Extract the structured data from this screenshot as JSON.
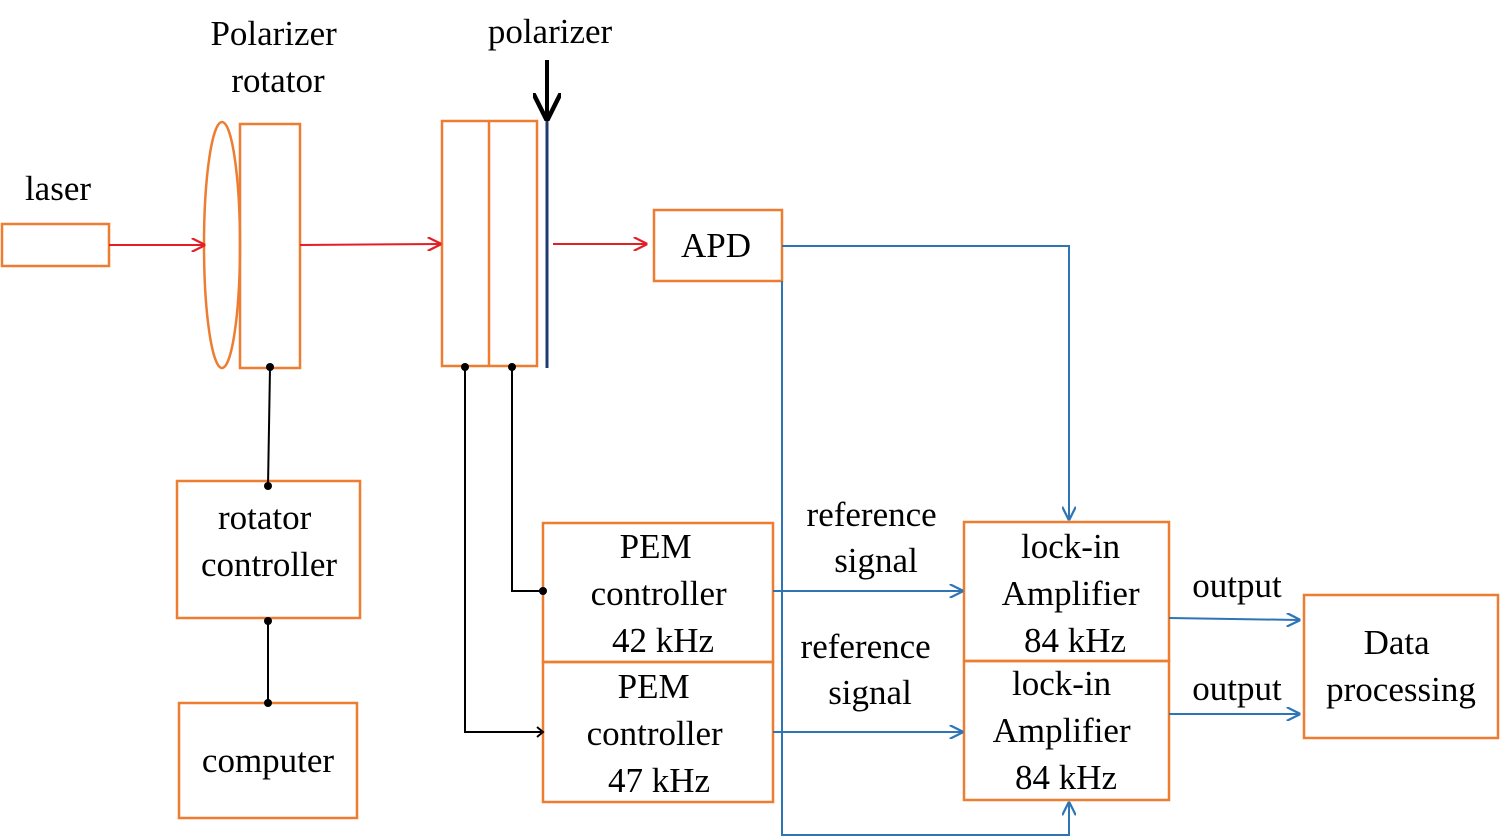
{
  "colors": {
    "box_stroke": "#ED7D31",
    "optical_beam": "#E41E26",
    "signal_line": "#2E75B6",
    "control_wire": "#000000",
    "polarizer_plate": "#1F3A70"
  },
  "labels": {
    "laser": "laser",
    "polarizer_rotator": [
      "Polarizer",
      "rotator"
    ],
    "polarizer": "polarizer",
    "apd": "APD",
    "rotator_controller": [
      "rotator",
      "controller"
    ],
    "computer": "computer",
    "pem_controller_1": [
      "PEM",
      "controller",
      "42 kHz"
    ],
    "pem_controller_2": [
      "PEM",
      "controller",
      "47 kHz"
    ],
    "reference_signal_1": [
      "reference",
      "signal"
    ],
    "reference_signal_2": [
      "reference",
      "signal"
    ],
    "lockin_1": [
      "lock-in",
      "Amplifier",
      "84 kHz"
    ],
    "lockin_2": [
      "lock-in",
      "Amplifier",
      "84 kHz"
    ],
    "output_1": "output",
    "output_2": "output",
    "data_processing": [
      "Data",
      "processing"
    ]
  }
}
